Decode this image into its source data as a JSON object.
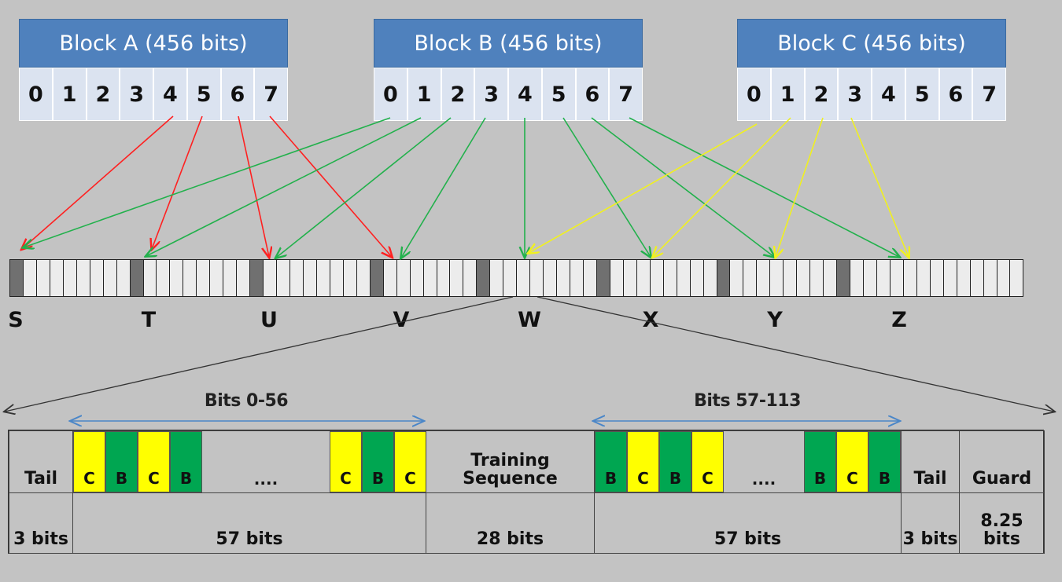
{
  "blocks": [
    {
      "label": "Block A (456 bits)",
      "cells": [
        "0",
        "1",
        "2",
        "3",
        "4",
        "5",
        "6",
        "7"
      ]
    },
    {
      "label": "Block B (456 bits)",
      "cells": [
        "0",
        "1",
        "2",
        "3",
        "4",
        "5",
        "6",
        "7"
      ]
    },
    {
      "label": "Block C (456 bits)",
      "cells": [
        "0",
        "1",
        "2",
        "3",
        "4",
        "5",
        "6",
        "7"
      ]
    }
  ],
  "bursts": [
    "S",
    "T",
    "U",
    "V",
    "W",
    "X",
    "Y",
    "Z"
  ],
  "arrow_colors": {
    "A": "#ff2020",
    "B": "#22b14c",
    "C": "#f0f020"
  },
  "ranges": {
    "first": "Bits 0-56",
    "second": "Bits 57-113"
  },
  "burst_row1": {
    "tail_left": "Tail",
    "first_half_bits": [
      "C",
      "B",
      "C",
      "B",
      "....",
      "C",
      "B",
      "C"
    ],
    "training": "Training Sequence",
    "second_half_bits": [
      "B",
      "C",
      "B",
      "C",
      "....",
      "B",
      "C",
      "B"
    ],
    "tail_right": "Tail",
    "guard": "Guard"
  },
  "burst_row2": {
    "tail_left": "3 bits",
    "first_half": "57 bits",
    "training": "28 bits",
    "second_half": "57 bits",
    "tail_right": "3 bits",
    "guard": "8.25 bits"
  },
  "bit_colors": {
    "C": "#ffff00",
    "B": "#00a651"
  }
}
